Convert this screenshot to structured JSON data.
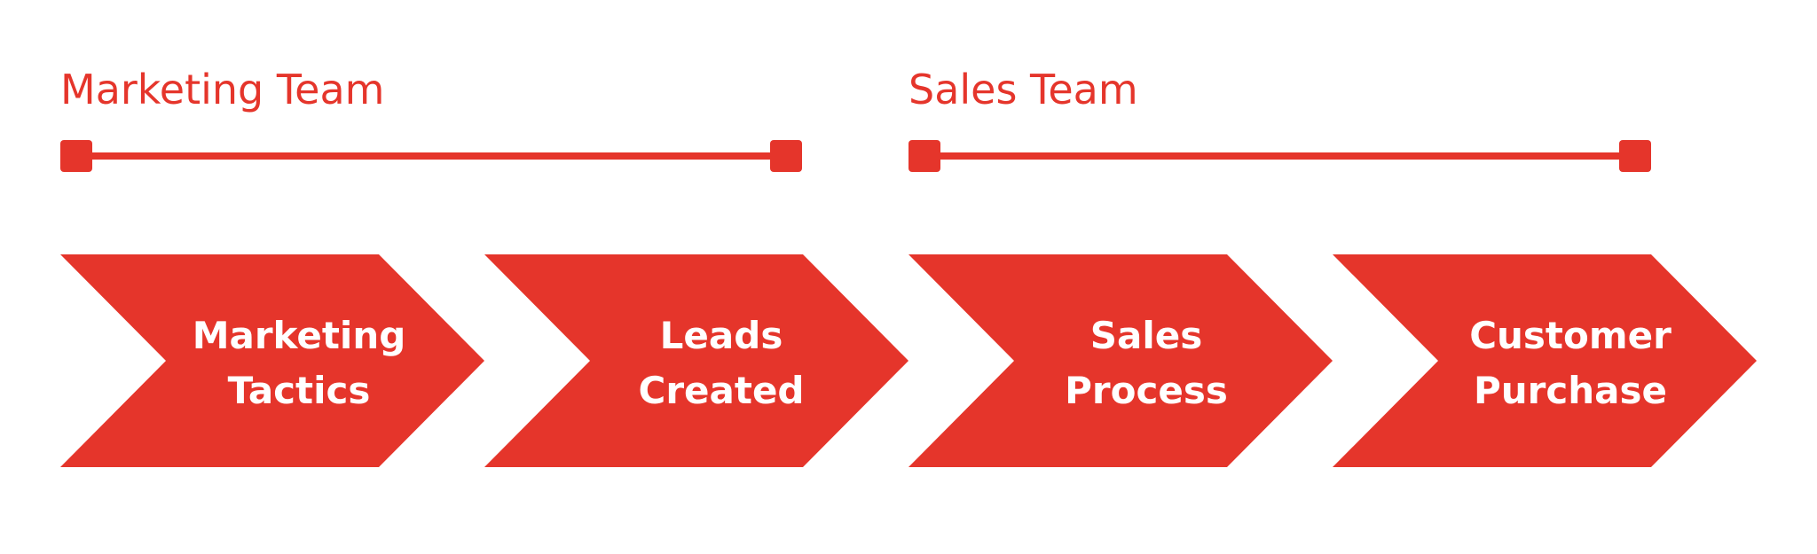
{
  "colors": {
    "accent": "#e5352b",
    "background": "#ffffff",
    "label_text": "#ffffff"
  },
  "teams": [
    {
      "title": "Marketing Team"
    },
    {
      "title": "Sales Team"
    }
  ],
  "stages": [
    {
      "line1": "Marketing",
      "line2": "Tactics"
    },
    {
      "line1": "Leads",
      "line2": "Created"
    },
    {
      "line1": "Sales",
      "line2": "Process"
    },
    {
      "line1": "Customer",
      "line2": "Purchase"
    }
  ]
}
